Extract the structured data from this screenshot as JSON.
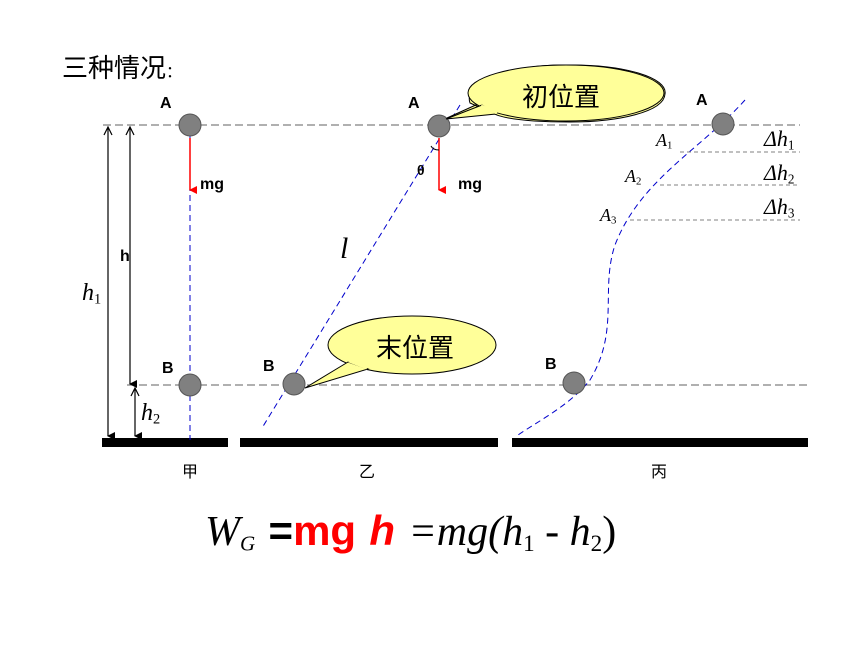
{
  "title": "三种情况",
  "title_colon": "：",
  "labels": {
    "A": "A",
    "B": "B",
    "mg": "mg",
    "h": "h",
    "h1_base": "h",
    "h1_sub": "1",
    "h2_base": "h",
    "h2_sub": "2",
    "theta": "θ",
    "l": "l",
    "A1_base": "A",
    "A1_sub": "1",
    "A2_base": "A",
    "A2_sub": "2",
    "A3_base": "A",
    "A3_sub": "3",
    "dh1_base": "Δh",
    "dh1_sub": "1",
    "dh2_base": "Δh",
    "dh2_sub": "2",
    "dh3_base": "Δh",
    "dh3_sub": "3"
  },
  "bubbles": {
    "initial": "初位置",
    "final": "末位置"
  },
  "captions": {
    "jia": "甲",
    "yi": "乙",
    "bing": "丙"
  },
  "formula": {
    "W": "W",
    "G": "G",
    "eq1": "=",
    "mg_red": "mg",
    "h_red": "h",
    "rest": "=mg(h",
    "sub1": "1",
    "minus": " - h",
    "sub2": "2",
    "close": ")"
  },
  "colors": {
    "ball": "#808080",
    "arrow": "#ff0000",
    "path": "#0000cc",
    "bubble": "#ffff99",
    "formula_red": "#ff0000"
  }
}
